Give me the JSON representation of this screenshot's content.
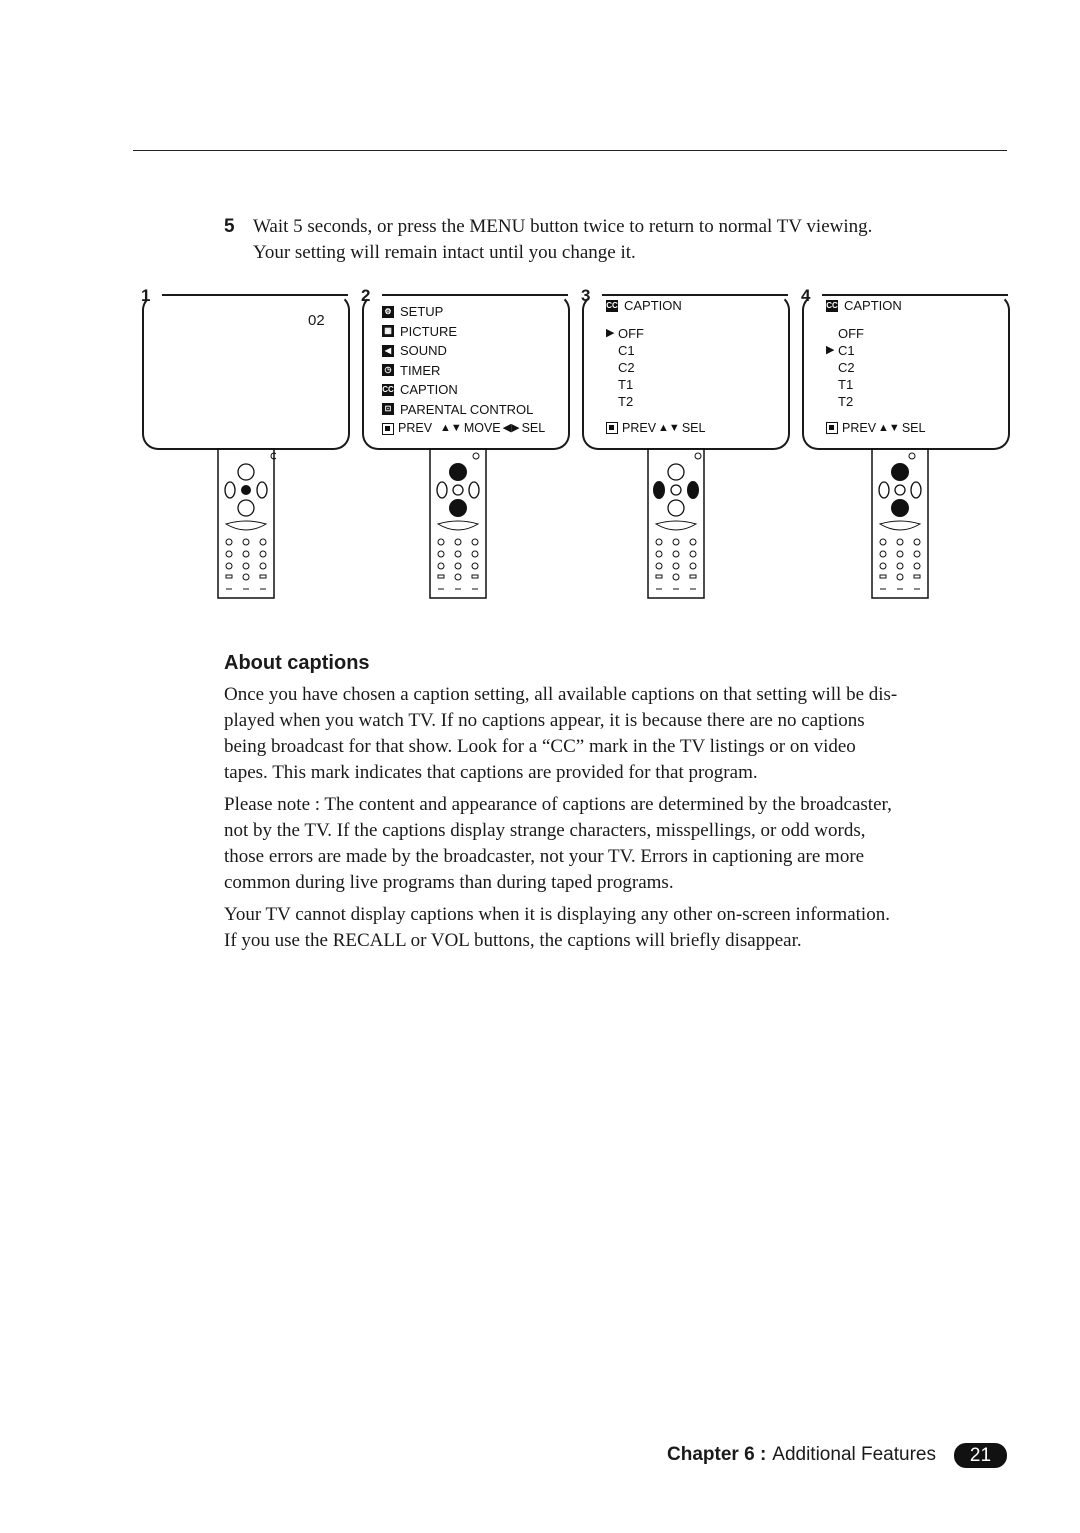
{
  "step": {
    "number": "5",
    "line1": "Wait 5 seconds, or press the MENU button twice to return to normal TV viewing.",
    "line2": "Your setting will remain intact until you change it."
  },
  "figures": [
    {
      "label": "1",
      "channel": "02"
    },
    {
      "label": "2",
      "menu": [
        "SETUP",
        "PICTURE",
        "SOUND",
        "TIMER",
        "CAPTION",
        "PARENTAL CONTROL"
      ],
      "footer": {
        "prev": "PREV",
        "move": "MOVE",
        "sel": "SEL"
      }
    },
    {
      "label": "3",
      "title": "CAPTION",
      "options": [
        "OFF",
        "C1",
        "C2",
        "T1",
        "T2"
      ],
      "selected": "OFF",
      "footer": {
        "prev": "PREV",
        "sel": "SEL"
      }
    },
    {
      "label": "4",
      "title": "CAPTION",
      "options": [
        "OFF",
        "C1",
        "C2",
        "T1",
        "T2"
      ],
      "selected": "C1",
      "footer": {
        "prev": "PREV",
        "sel": "SEL"
      }
    }
  ],
  "about": {
    "heading": "About captions",
    "p1_lines": [
      "Once you have chosen a caption setting, all available captions on that setting will be dis-",
      "played when you watch TV. If no captions appear, it is because there are no captions",
      "being broadcast for that show. Look for a “CC” mark in the TV listings or on video",
      "tapes. This mark indicates that captions are provided for that program."
    ],
    "p2_lines": [
      "Please note : The content and appearance of captions are determined by the broadcaster,",
      "not by the TV. If the captions display strange characters, misspellings, or odd words,",
      "those errors are made by the broadcaster, not your TV. Errors in captioning are more",
      "common during live programs than during taped programs."
    ],
    "p3_lines": [
      "Your TV cannot display captions when it is displaying any other on-screen information.",
      "If you use the RECALL or VOL buttons, the captions will briefly disappear."
    ]
  },
  "footer": {
    "chapter": "Chapter 6 :",
    "section": "Additional Features",
    "page": "21"
  }
}
